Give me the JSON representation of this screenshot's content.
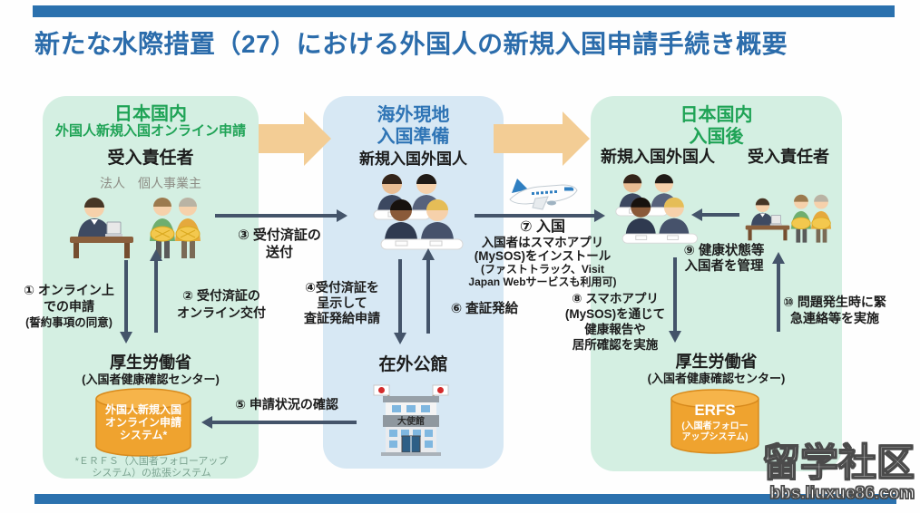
{
  "title": "新たな水際措置（27）における外国人の新規入国申請手続き概要",
  "colors": {
    "accent_bar": "#2b71ae",
    "title_blue": "#2b6cab",
    "header_green": "#1fa356",
    "header_blue": "#2e74b5",
    "panel_green": "#d4efe2",
    "panel_blue": "#d7e8f4",
    "dark_arrow": "#44546a",
    "block_arrow": "#f3cd95",
    "db_orange": "#efa32f"
  },
  "left_panel": {
    "region": "日本国内",
    "subtitle": "外国人新規入国オンライン申請",
    "actor": "受入責任者",
    "actor_types": "法人　個人事業主",
    "ministry": "厚生労働省",
    "ministry_sub": "(入国者健康確認センター)",
    "system_lines": [
      "外国人新規入国",
      "オンライン申請",
      "システム*"
    ],
    "footnote_lines": [
      "*ＥＲＦＳ（入国者フォローアップ",
      "システム）の拡張システム"
    ]
  },
  "middle_panel": {
    "region_line1": "海外現地",
    "region_line2": "入国準備",
    "actor": "新規入国外国人",
    "embassy": "在外公館",
    "embassy_sign": "大使館"
  },
  "right_panel": {
    "region_line1": "日本国内",
    "region_line2": "入国後",
    "actor_left": "新規入国外国人",
    "actor_right": "受入責任者",
    "ministry": "厚生労働省",
    "ministry_sub": "(入国者健康確認センター)",
    "system_title": "ERFS",
    "system_sub_lines": [
      "(入国者フォロー",
      "アップシステム)"
    ]
  },
  "steps": {
    "s1": [
      "① オンライン上",
      "での申請",
      "(誓約事項の同意)"
    ],
    "s2": [
      "② 受付済証の",
      "オンライン交付"
    ],
    "s3": [
      "③ 受付済証の",
      "送付"
    ],
    "s4": [
      "④受付済証を",
      "呈示して",
      "査証発給申請"
    ],
    "s5": "⑤ 申請状況の確認",
    "s6": "⑥ 査証発給",
    "s7": [
      "⑦ 入国",
      "入国者はスマホアプリ",
      "(MySOS)をインストール",
      "(ファストトラック、Visit",
      "Japan Webサービスも利用可)"
    ],
    "s8": [
      "⑧ スマホアプリ",
      "(MySOS)を通じて",
      "健康報告や",
      "居所確認を実施"
    ],
    "s9": [
      "⑨ 健康状態等",
      "入国者を管理"
    ],
    "s10": [
      "⑩ 問題発生時に緊",
      "急連絡等を実施"
    ]
  },
  "watermark": {
    "name": "留学社区",
    "site": "bbs.liuxue86.com"
  }
}
